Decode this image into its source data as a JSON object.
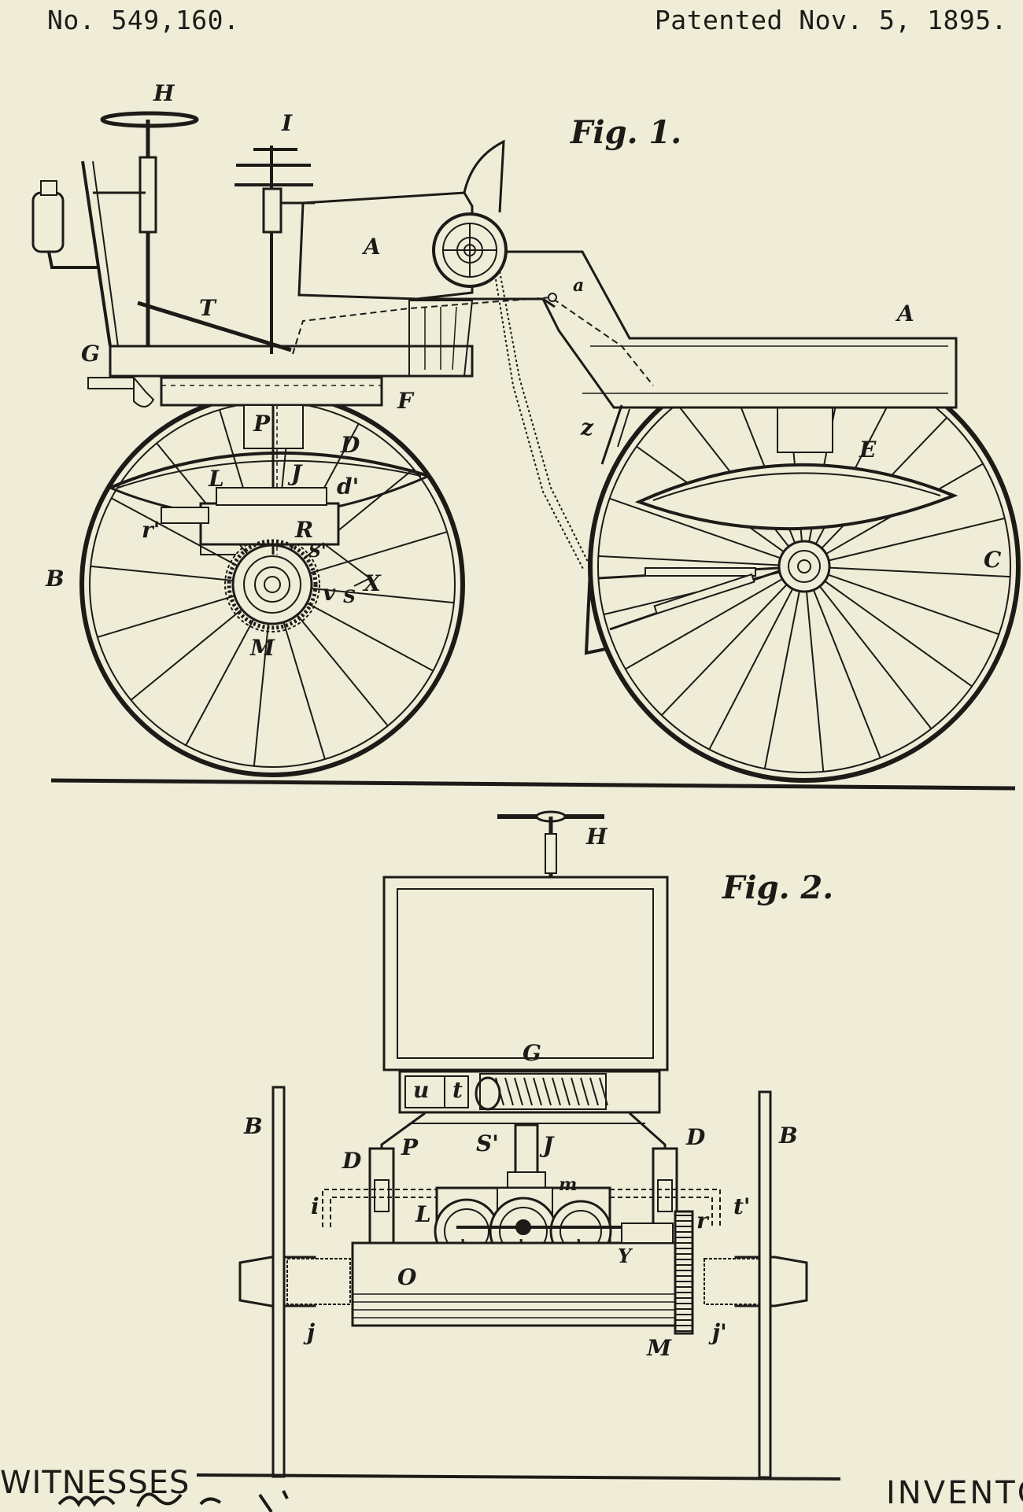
{
  "header": {
    "patent_number": "No. 549,160.",
    "patent_date": "Patented Nov. 5, 1895."
  },
  "figures": {
    "fig1_label": "Fig. 1.",
    "fig2_label": "Fig. 2."
  },
  "fig1_labels": {
    "H": "H",
    "I": "I",
    "A_seat": "A",
    "A_rear": "A",
    "a": "a",
    "T": "T",
    "G": "G",
    "F": "F",
    "P": "P",
    "D": "D",
    "J": "J",
    "d1": "d'",
    "L": "L",
    "r1": "r'",
    "R": "R",
    "S1": "S'",
    "B": "B",
    "S": "S",
    "X": "X",
    "M": "M",
    "z": "z",
    "E": "E",
    "C": "C",
    "v": "v"
  },
  "fig2_labels": {
    "H": "H",
    "G": "G",
    "u": "u",
    "t": "t",
    "B_left": "B",
    "B_right": "B",
    "D_left": "D",
    "P": "P",
    "S1": "S'",
    "J": "J",
    "D_right": "D",
    "m": "m",
    "i": "i",
    "L": "L",
    "r": "r",
    "t1": "t'",
    "O": "O",
    "Y": "Y",
    "j": "j",
    "j1": "j'",
    "M": "M"
  },
  "footer": {
    "witnesses_label": "WITNESSES",
    "inventor_label": "INVENTOR"
  },
  "colors": {
    "paper": "#efecd8",
    "ink": "#1c1b17"
  }
}
